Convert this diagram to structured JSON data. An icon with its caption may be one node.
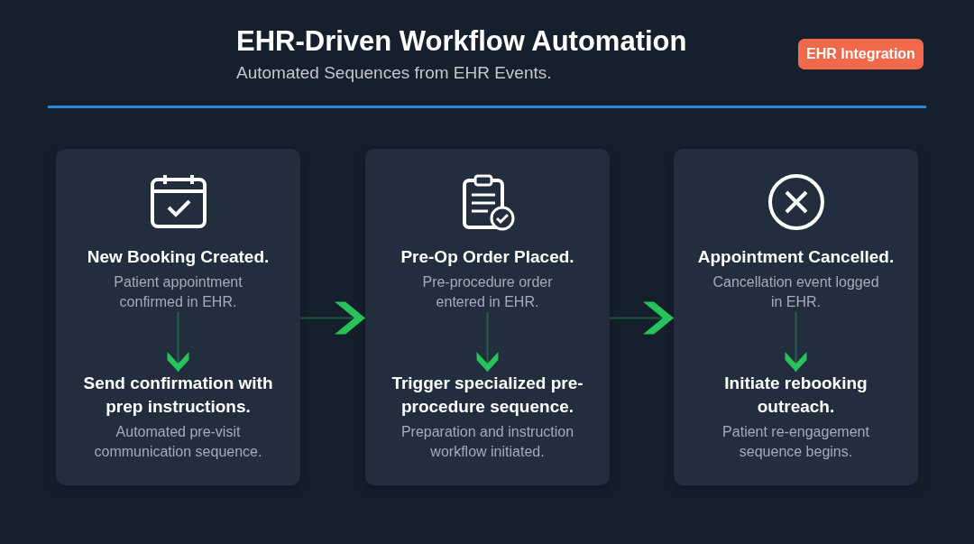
{
  "diagram": {
    "title": "EHR-Driven Workflow Automation",
    "nodes": [
      {
        "text": [],
        "shape": "box"
      },
      {
        "text": [
          "New Booking Created.",
          "Patient appointment confirmed in EHR."
        ],
        "in": 0
      },
      {
        "text": [
          "Send confirmation with prep instructions.",
          "Automated pre-visit communication sequence."
        ],
        "in": 0
      },
      {
        "text": [],
        "shape": "box"
      },
      {
        "text": [
          "Pre-Op Order Placed.",
          "Pre-procedure order entered in EHR."
        ],
        "in": 3
      },
      {
        "text": [
          "Trigger specialized pre-procedure sequence.",
          "Preparation and instruction workflow initiated."
        ],
        "in": 3
      },
      {
        "text": [],
        "shape": "box"
      },
      {
        "text": [
          "Appointment Cancelled.",
          "Cancellation event logged in EHR."
        ],
        "in": 6
      },
      {
        "text": [
          "Initiate rebooking outreach.",
          "Patient re-engagement sequence begins."
        ],
        "in": 6
      }
    ],
    "edges": [
      {
        "from": 1,
        "to": 2,
        "arrow": "to"
      },
      {
        "from": 0,
        "to": 3,
        "arrow": "to"
      },
      {
        "from": 4,
        "to": 5,
        "arrow": "to"
      },
      {
        "from": 3,
        "to": 6,
        "arrow": "to"
      },
      {
        "from": 7,
        "to": 8,
        "arrow": "to"
      }
    ],
    "labels": [
      "Automated Sequences from EHR Events.",
      "EHR Integration"
    ]
  }
}
